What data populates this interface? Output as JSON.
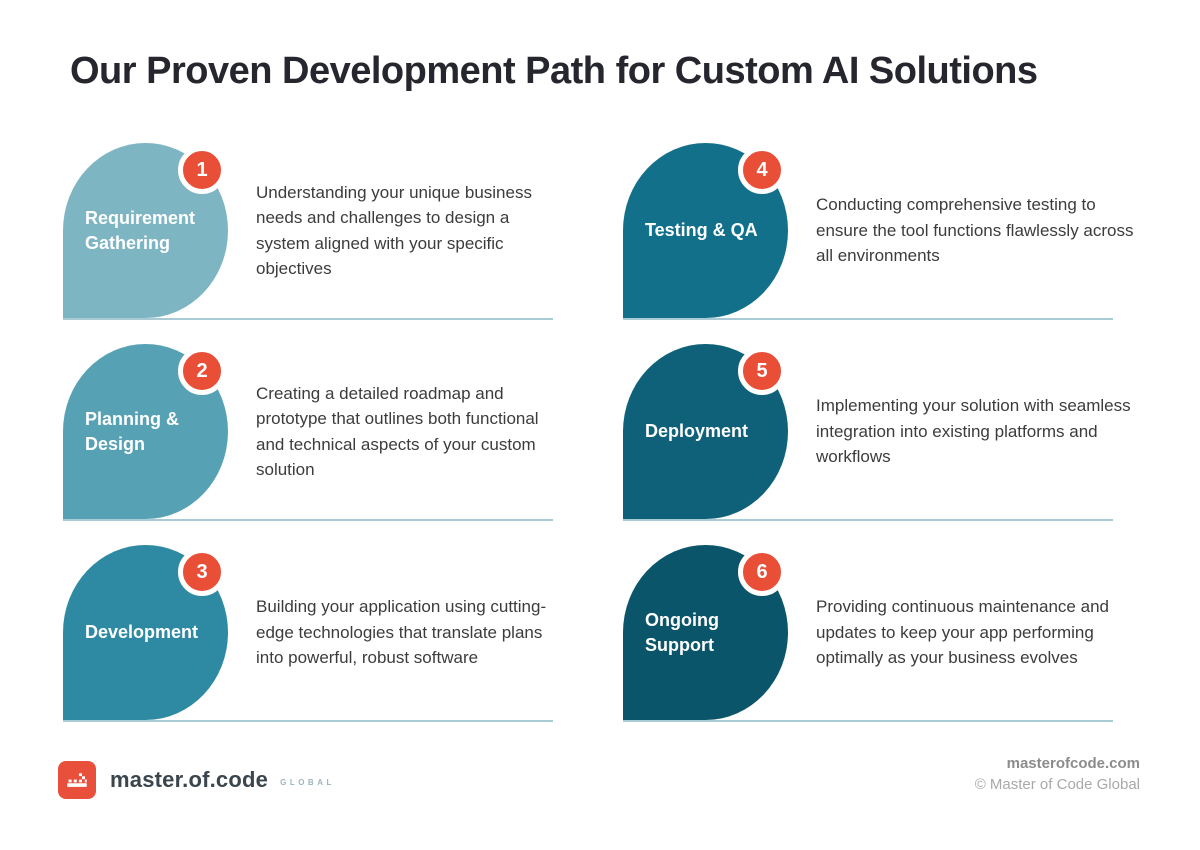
{
  "title": "Our Proven Development Path for Custom AI Solutions",
  "badge_color": "#e94e37",
  "separator_color": "#a9cbd6",
  "steps": [
    {
      "number": "1",
      "label": "Requirement Gathering",
      "color": "#7db5c3",
      "description": "Understanding your unique business needs and challenges to design a system aligned with your specific objectives"
    },
    {
      "number": "2",
      "label": "Planning & Design",
      "color": "#57a1b4",
      "description": "Creating a detailed roadmap and prototype that outlines both functional and technical aspects of your custom solution"
    },
    {
      "number": "3",
      "label": "Development",
      "color": "#2e8aa2",
      "description": "Building your application using cutting-edge technologies that translate plans into powerful, robust software"
    },
    {
      "number": "4",
      "label": "Testing & QA",
      "color": "#13708b",
      "description": "Conducting comprehensive testing to ensure the tool functions flawlessly across all environments"
    },
    {
      "number": "5",
      "label": "Deployment",
      "color": "#0f617a",
      "description": "Implementing your solution with seamless integration into existing platforms and workflows"
    },
    {
      "number": "6",
      "label": "Ongoing Support",
      "color": "#0b556a",
      "description": "Providing continuous maintenance and updates to keep your app performing optimally as your business evolves"
    }
  ],
  "footer": {
    "logo_color": "#e8503c",
    "brand_name": "master.of.code",
    "brand_suffix": "GLOBAL",
    "website": "masterofcode.com",
    "copyright": "© Master of Code Global"
  }
}
